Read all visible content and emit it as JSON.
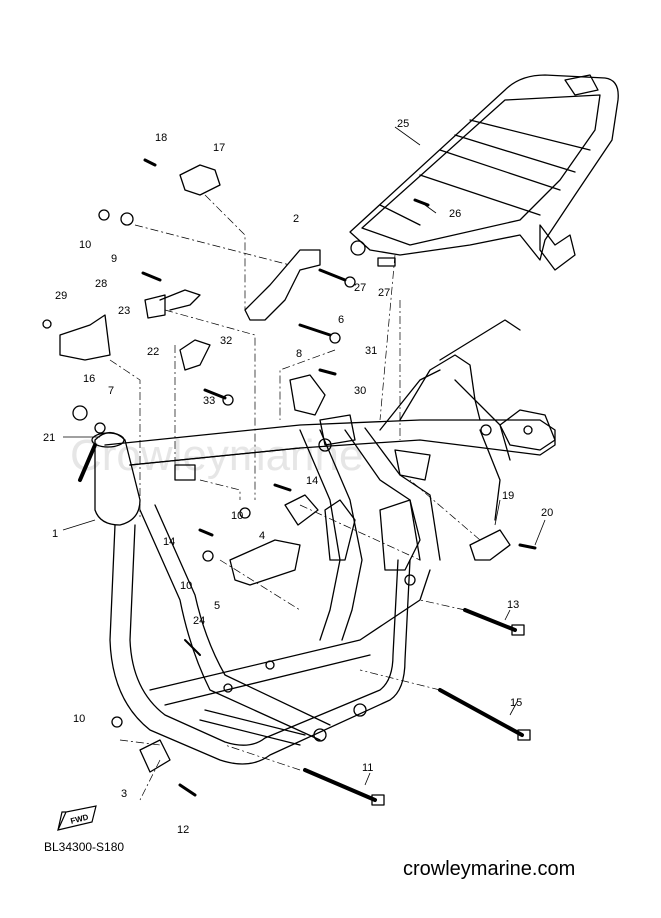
{
  "diagram": {
    "code": "BL34300-S180",
    "website": "crowleymarine.com",
    "watermark": "Crowleymarine",
    "fwd_label": "FWD",
    "callouts": [
      "1",
      "2",
      "3",
      "4",
      "5",
      "6",
      "7",
      "8",
      "9",
      "10",
      "10",
      "10",
      "10",
      "11",
      "12",
      "13",
      "14",
      "14",
      "15",
      "16",
      "17",
      "18",
      "19",
      "20",
      "21",
      "22",
      "23",
      "24",
      "25",
      "26",
      "27",
      "27",
      "28",
      "29",
      "30",
      "31",
      "32",
      "33"
    ]
  }
}
